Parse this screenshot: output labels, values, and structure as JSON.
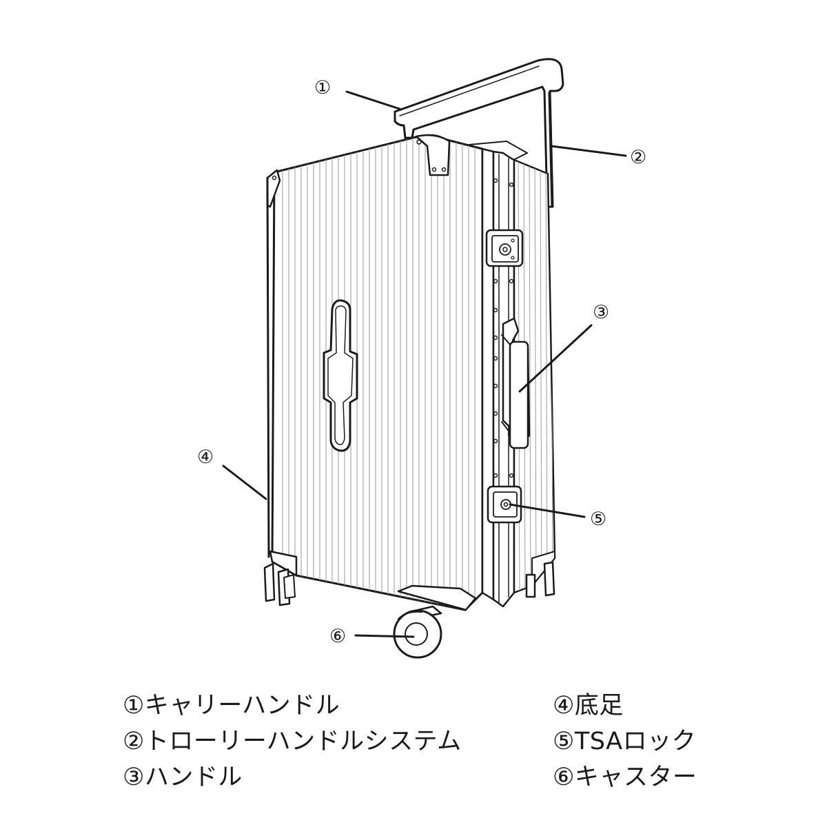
{
  "callouts": {
    "c1": "①",
    "c2": "②",
    "c3": "③",
    "c4": "④",
    "c5": "⑤",
    "c6": "⑥"
  },
  "legend": {
    "left": [
      "①キャリーハンドル",
      "②トローリーハンドルシステム",
      "③ハンドル"
    ],
    "right": [
      "④底足",
      "⑤TSAロック",
      "⑥キャスター"
    ]
  }
}
